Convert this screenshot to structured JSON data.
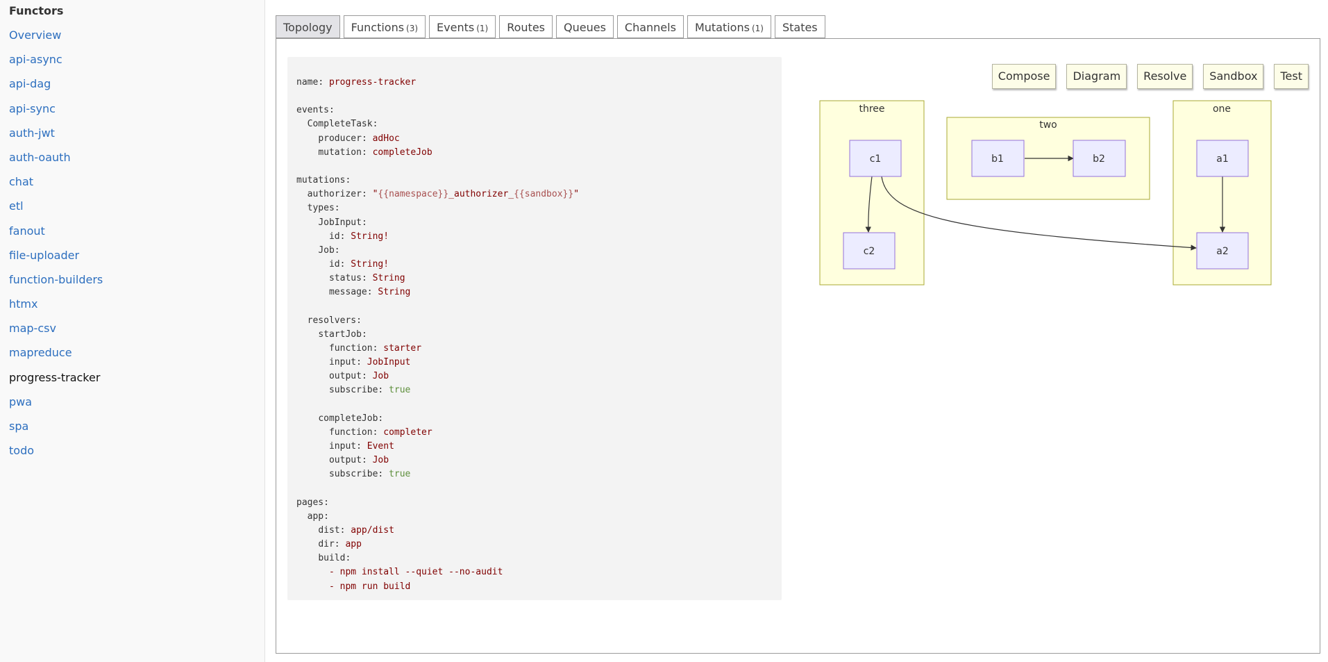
{
  "sidebar": {
    "title": "Functors",
    "items": [
      {
        "label": "Overview"
      },
      {
        "label": "api-async"
      },
      {
        "label": "api-dag"
      },
      {
        "label": "api-sync"
      },
      {
        "label": "auth-jwt"
      },
      {
        "label": "auth-oauth"
      },
      {
        "label": "chat"
      },
      {
        "label": "etl"
      },
      {
        "label": "fanout"
      },
      {
        "label": "file-uploader"
      },
      {
        "label": "function-builders"
      },
      {
        "label": "htmx"
      },
      {
        "label": "map-csv"
      },
      {
        "label": "mapreduce"
      },
      {
        "label": "progress-tracker",
        "active": true
      },
      {
        "label": "pwa"
      },
      {
        "label": "spa"
      },
      {
        "label": "todo"
      }
    ]
  },
  "tabs": [
    {
      "label": "Topology",
      "count": "",
      "active": true
    },
    {
      "label": "Functions",
      "count": "(3)"
    },
    {
      "label": "Events",
      "count": "(1)"
    },
    {
      "label": "Routes",
      "count": ""
    },
    {
      "label": "Queues",
      "count": ""
    },
    {
      "label": "Channels",
      "count": ""
    },
    {
      "label": "Mutations",
      "count": "(1)"
    },
    {
      "label": "States",
      "count": ""
    }
  ],
  "actions": [
    "Compose",
    "Diagram",
    "Resolve",
    "Sandbox",
    "Test"
  ],
  "code": {
    "name_key": "name",
    "name": "progress-tracker",
    "events_key": "events",
    "event_name": "CompleteTask",
    "producer_key": "producer",
    "producer": "adHoc",
    "mutation_key": "mutation",
    "mutation": "completeJob",
    "mutations_key": "mutations",
    "authorizer_key": "authorizer",
    "authorizer_q1": "\"",
    "authorizer_t1": "{{namespace}}",
    "authorizer_mid": "_authorizer_",
    "authorizer_t2": "{{sandbox}}",
    "authorizer_q2": "\"",
    "types_key": "types",
    "type1": "JobInput",
    "type1_field1_key": "id",
    "type1_field1_val": "String!",
    "type2": "Job",
    "type2_field1_key": "id",
    "type2_field1_val": "String!",
    "type2_field2_key": "status",
    "type2_field2_val": "String",
    "type2_field3_key": "message",
    "type2_field3_val": "String",
    "resolvers_key": "resolvers",
    "r1_name": "startJob",
    "r1_function": "starter",
    "r1_input": "JobInput",
    "r1_output": "Job",
    "r1_subscribe": "true",
    "r2_name": "completeJob",
    "r2_function": "completer",
    "r2_input": "Event",
    "r2_output": "Job",
    "r2_subscribe": "true",
    "function_key": "function",
    "input_key": "input",
    "output_key": "output",
    "subscribe_key": "subscribe",
    "pages_key": "pages",
    "page_name": "app",
    "dist_key": "dist",
    "dist": "app/dist",
    "dir_key": "dir",
    "dir": "app",
    "build_key": "build",
    "build1": "- npm install --quiet --no-audit",
    "build2": "- npm run build"
  },
  "diagram": {
    "groups": [
      "three",
      "two",
      "one"
    ],
    "nodes": [
      "c1",
      "c2",
      "b1",
      "b2",
      "a1",
      "a2"
    ],
    "edges": [
      {
        "from": "c1",
        "to": "c2"
      },
      {
        "from": "c1",
        "to": "a2"
      },
      {
        "from": "b1",
        "to": "b2"
      },
      {
        "from": "a1",
        "to": "a2"
      }
    ]
  }
}
